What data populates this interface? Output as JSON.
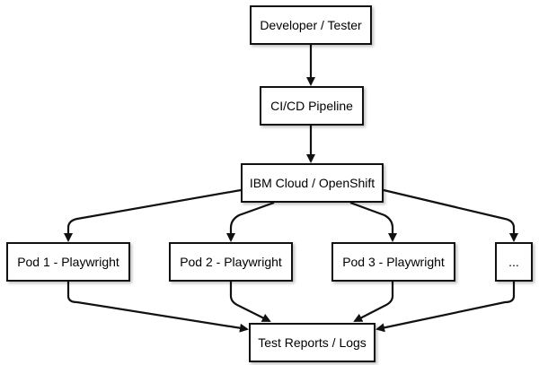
{
  "nodes": {
    "developer": "Developer / Tester",
    "cicd": "CI/CD Pipeline",
    "cloud": "IBM Cloud / OpenShift",
    "pod1": "Pod 1 - Playwright",
    "pod2": "Pod 2 - Playwright",
    "pod3": "Pod 3 - Playwright",
    "more": "...",
    "reports": "Test Reports / Logs"
  },
  "edges": [
    {
      "from": "developer",
      "to": "cicd"
    },
    {
      "from": "cicd",
      "to": "cloud"
    },
    {
      "from": "cloud",
      "to": "pod1"
    },
    {
      "from": "cloud",
      "to": "pod2"
    },
    {
      "from": "cloud",
      "to": "pod3"
    },
    {
      "from": "cloud",
      "to": "more"
    },
    {
      "from": "pod1",
      "to": "reports"
    },
    {
      "from": "pod2",
      "to": "reports"
    },
    {
      "from": "pod3",
      "to": "reports"
    },
    {
      "from": "more",
      "to": "reports"
    }
  ],
  "colors": {
    "stroke": "#111111",
    "node_fill": "#ffffff",
    "text": "#000000"
  }
}
